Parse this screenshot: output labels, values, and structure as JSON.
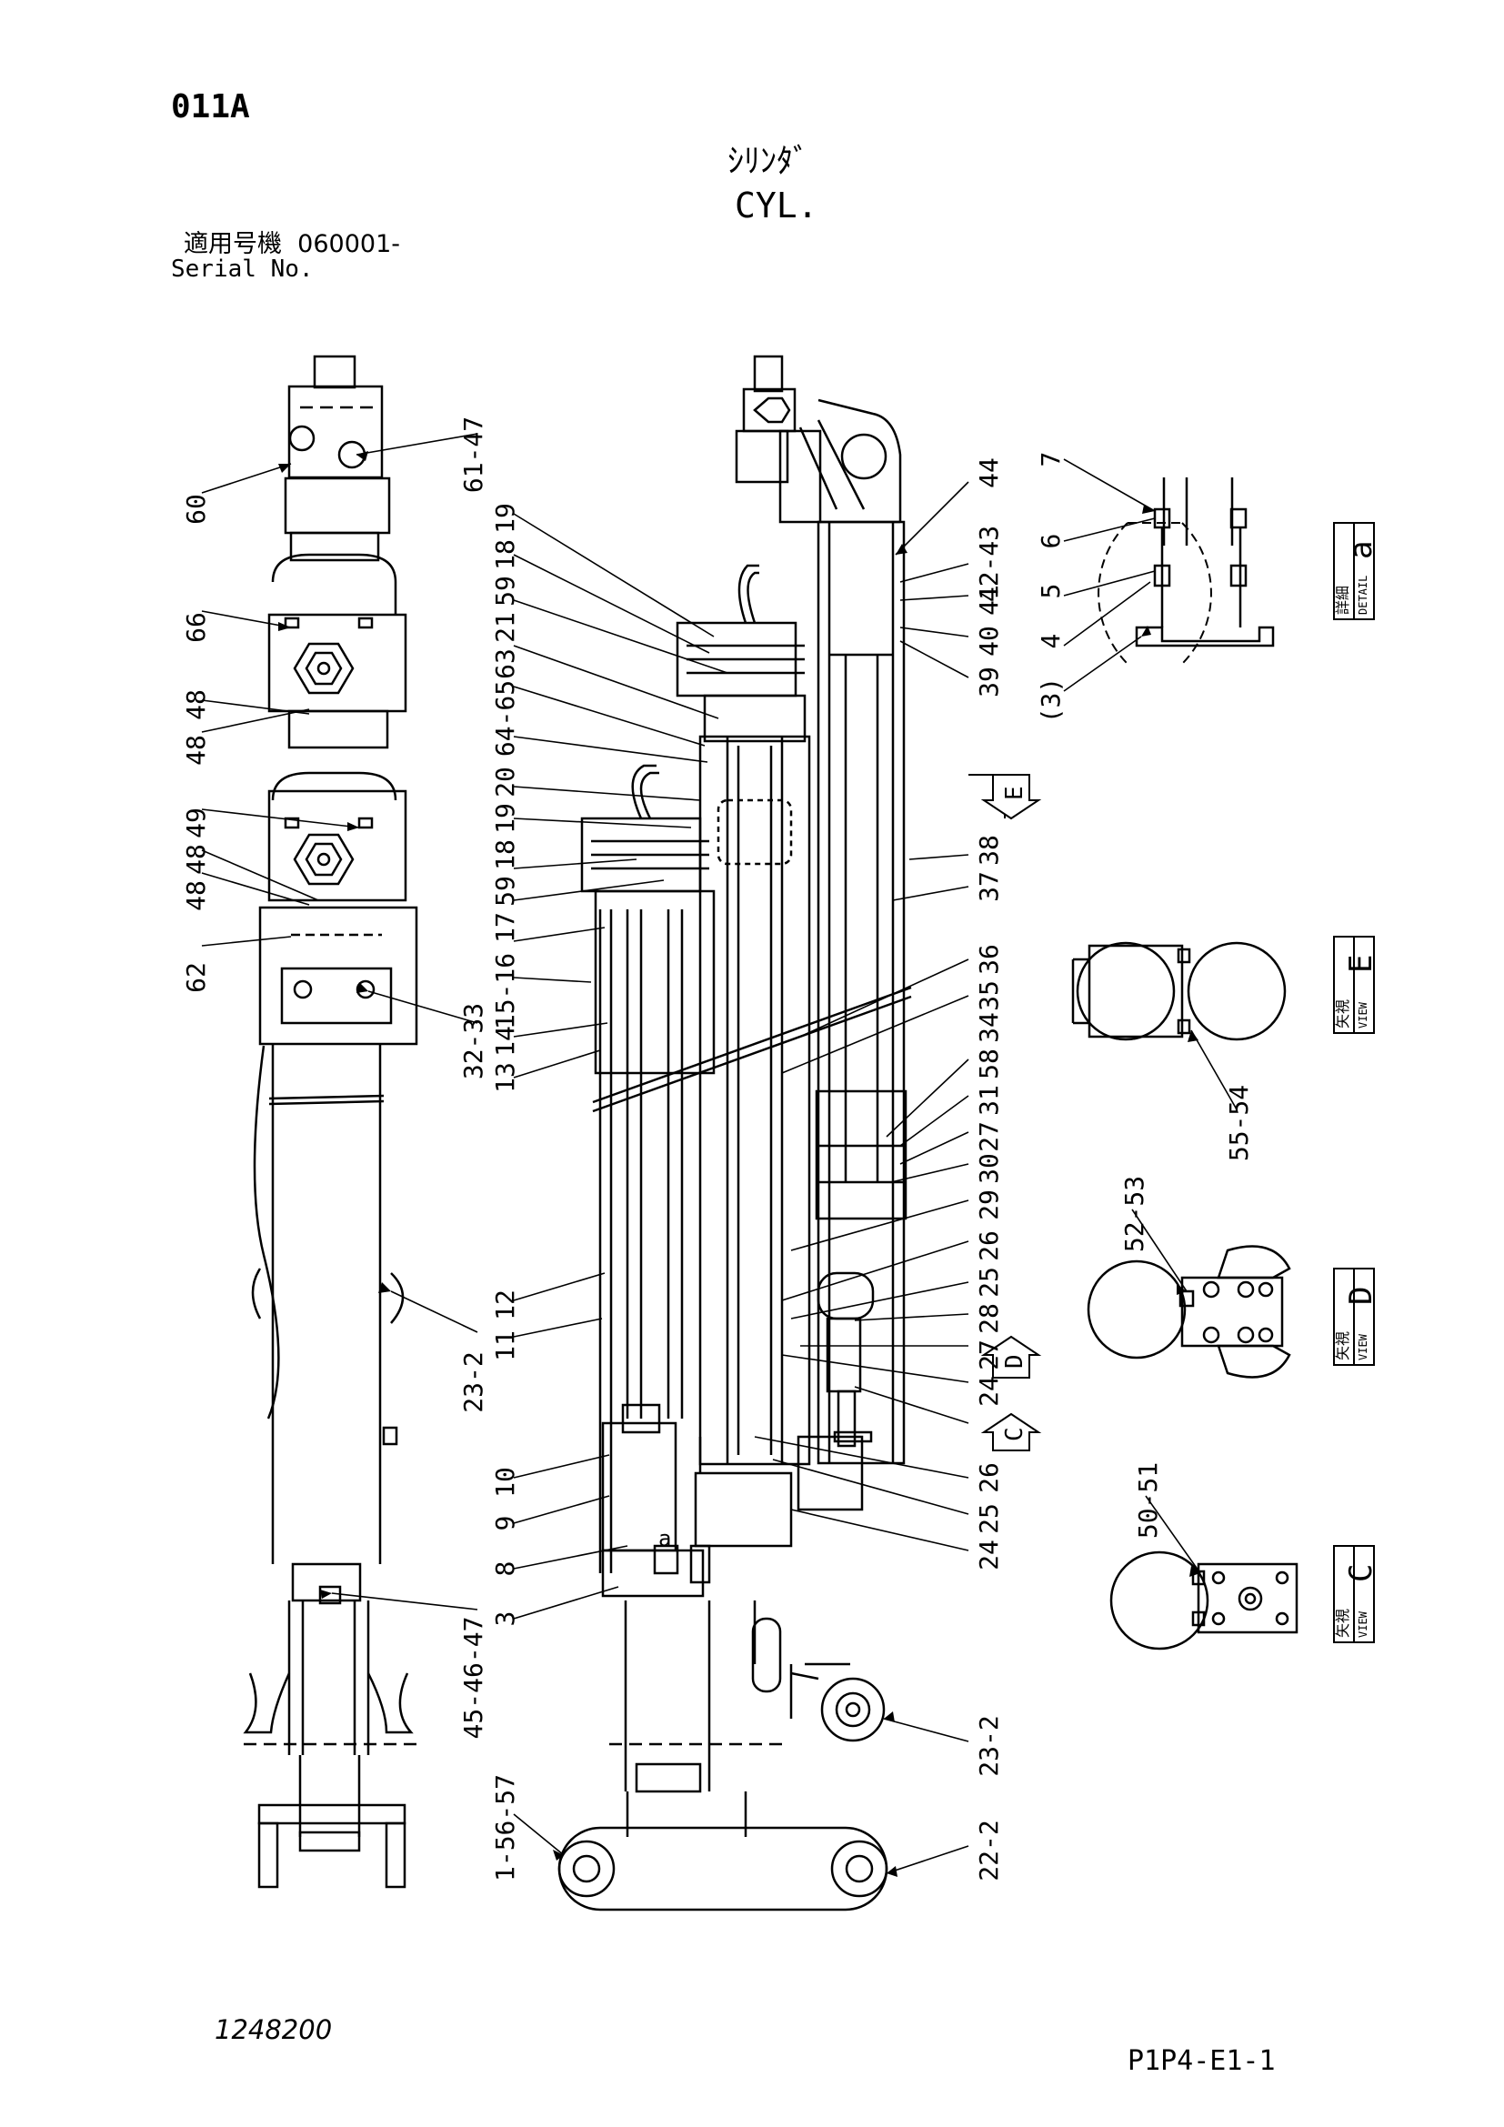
{
  "header": {
    "page_code": "011A",
    "title_jp": "ｼﾘﾝﾀﾞ",
    "title_en": "CYL.",
    "serial_label_jp": "適用号機",
    "serial_value": "060001-",
    "serial_label_en": "Serial No."
  },
  "callouts": {
    "left_view": [
      "60",
      "61-47",
      "66",
      "48",
      "48",
      "49",
      "48",
      "48",
      "62",
      "32-33",
      "23-2",
      "45-46-47"
    ],
    "center_left": [
      "19",
      "18",
      "59",
      "21",
      "63",
      "64-65",
      "20",
      "19",
      "18",
      "59",
      "17",
      "15-16",
      "14",
      "13",
      "12",
      "11",
      "10",
      "9",
      "8",
      "3"
    ],
    "center_right": [
      "44",
      "42-43",
      "41",
      "40",
      "39",
      "38",
      "37",
      "36",
      "35",
      "34",
      "58",
      "31",
      "27",
      "30",
      "29",
      "26",
      "25",
      "28",
      "27",
      "24",
      "26",
      "25",
      "24",
      "23-2",
      "22-2",
      "1-56-57"
    ],
    "detail_a": [
      "7",
      "6",
      "5",
      "4",
      "(3)"
    ],
    "view_e": [
      "55-54"
    ],
    "view_d": [
      "52-53"
    ],
    "view_c": [
      "50-51"
    ]
  },
  "view_labels": {
    "detail_a": {
      "jp": "詳細",
      "en": "DETAIL",
      "letter": "a"
    },
    "view_e": {
      "jp": "矢視",
      "en": "VIEW",
      "letter": "E"
    },
    "view_d": {
      "jp": "矢視",
      "en": "VIEW",
      "letter": "D"
    },
    "view_c": {
      "jp": "矢視",
      "en": "VIEW",
      "letter": "C"
    },
    "arrow_e": "E",
    "arrow_d": "D",
    "arrow_c": "C",
    "detail_mark": "a"
  },
  "footer": {
    "drawing_number": "1248200",
    "page_ref": "P1P4-E1-1"
  }
}
